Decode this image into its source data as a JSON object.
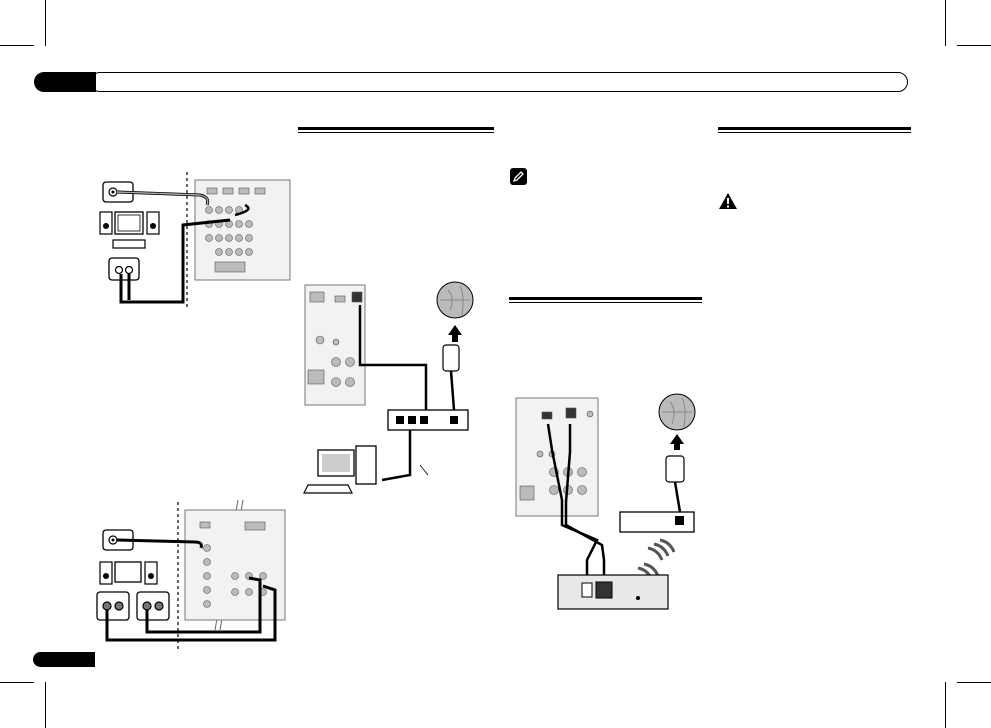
{
  "page": {
    "header_tab": "",
    "header_title": "",
    "footer_page": "",
    "colors": {
      "ink": "#000000",
      "paper": "#ffffff",
      "gray": "#9a9a9a",
      "light": "#e8e8e8"
    }
  },
  "sections": {
    "subwoofer_top": {
      "title": ""
    },
    "network": {
      "title": ""
    },
    "note": {
      "icon": "note-pencil-icon"
    },
    "wireless": {
      "title": ""
    },
    "caution": {
      "icon": "warning-triangle-icon"
    }
  },
  "figures": {
    "subwoofer_diagram_1": "subwoofer-connection-diagram",
    "subwoofer_diagram_2": "subwoofer-connection-diagram-2",
    "lan_diagram": "lan-connection-diagram",
    "wireless_diagram": "wireless-lan-connection-diagram"
  }
}
